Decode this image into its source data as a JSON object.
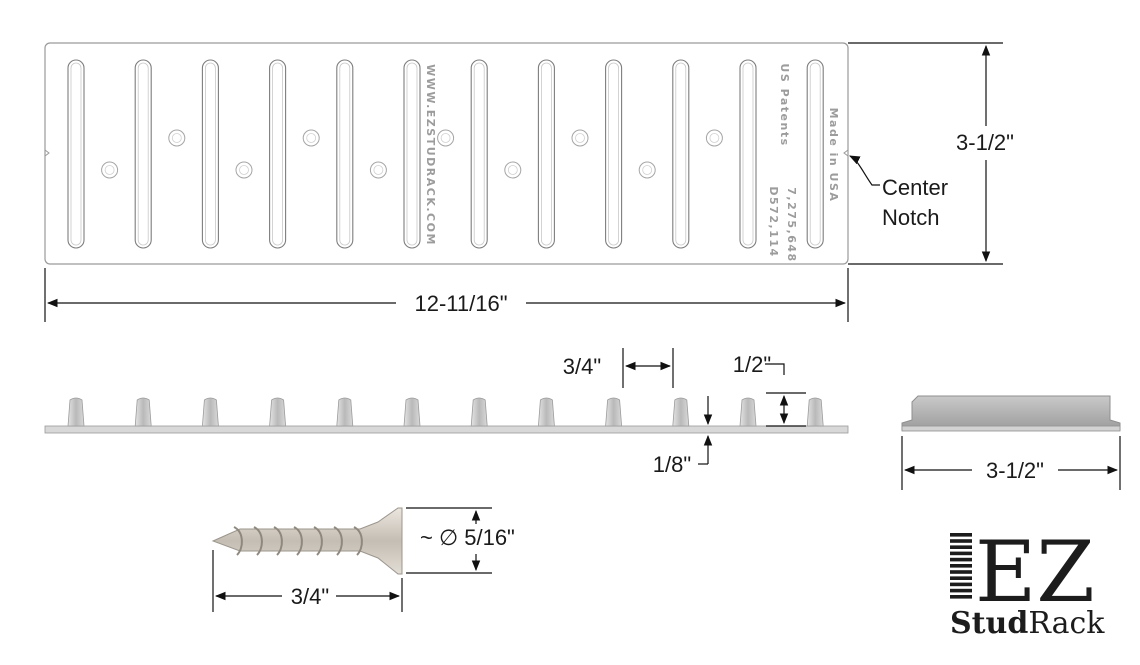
{
  "dimensions": {
    "plate_length": "12-11/16\"",
    "plate_width": "3-1/2\"",
    "peg_spacing": "3/4\"",
    "peg_height": "1/2\"",
    "base_thickness": "1/8\"",
    "end_view_width": "3-1/2\"",
    "screw_length": "3/4\"",
    "screw_head_diameter": "~ ∅ 5/16\""
  },
  "callout": {
    "line1": "Center",
    "line2": "Notch"
  },
  "plate_markings": {
    "website": "WWW.EZSTUDRACK.COM",
    "patents_label": "US Patents",
    "patent_1": "7,275,648",
    "patent_2": "D572,114",
    "made_in": "Made in USA"
  },
  "logo": {
    "mark": "EZ",
    "word_bold": "Stud",
    "word_regular": "Rack"
  },
  "colors": {
    "plate_edge": "#9a9a9a",
    "slot_stroke": "#7d7d7d",
    "peg_fill": "#c6c6c6",
    "dimension_line": "#111111",
    "screw": "#cfc9c0"
  }
}
